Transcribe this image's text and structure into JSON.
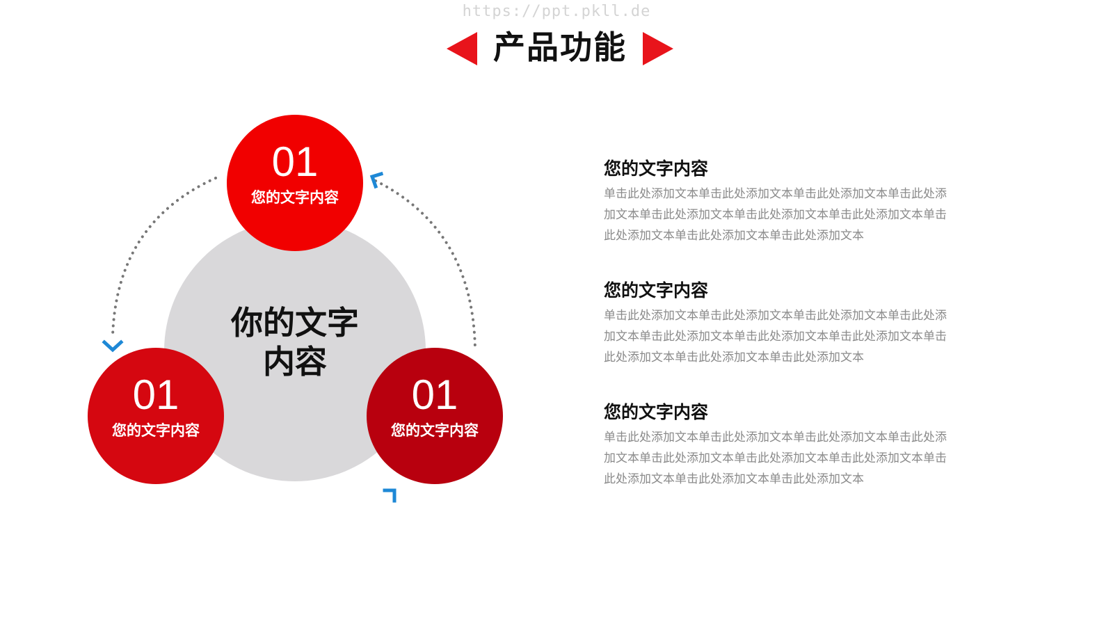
{
  "watermark": "https://ppt.pkll.de",
  "title": "产品功能",
  "center": {
    "label_line1": "你的文字",
    "label_line2": "内容"
  },
  "nodes": [
    {
      "number": "01",
      "label": "您的文字内容",
      "color": "#f10000"
    },
    {
      "number": "01",
      "label": "您的文字内容",
      "color": "#d50710"
    },
    {
      "number": "01",
      "label": "您的文字内容",
      "color": "#b8000e"
    }
  ],
  "blocks": [
    {
      "heading": "您的文字内容",
      "body": "单击此处添加文本单击此处添加文本单击此处添加文本单击此处添加文本单击此处添加文本单击此处添加文本单击此处添加文本单击此处添加文本单击此处添加文本单击此处添加文本"
    },
    {
      "heading": "您的文字内容",
      "body": "单击此处添加文本单击此处添加文本单击此处添加文本单击此处添加文本单击此处添加文本单击此处添加文本单击此处添加文本单击此处添加文本单击此处添加文本单击此处添加文本"
    },
    {
      "heading": "您的文字内容",
      "body": "单击此处添加文本单击此处添加文本单击此处添加文本单击此处添加文本单击此处添加文本单击此处添加文本单击此处添加文本单击此处添加文本单击此处添加文本单击此处添加文本"
    }
  ],
  "colors": {
    "accent_red": "#e8141b",
    "arrow_blue": "#1e88d6",
    "dotted_gray": "#777777",
    "center_gray": "#d9d8da"
  },
  "icons": {
    "title_left": "triangle-left-icon",
    "title_right": "triangle-right-icon",
    "arrowheads": "chevron-icon"
  }
}
